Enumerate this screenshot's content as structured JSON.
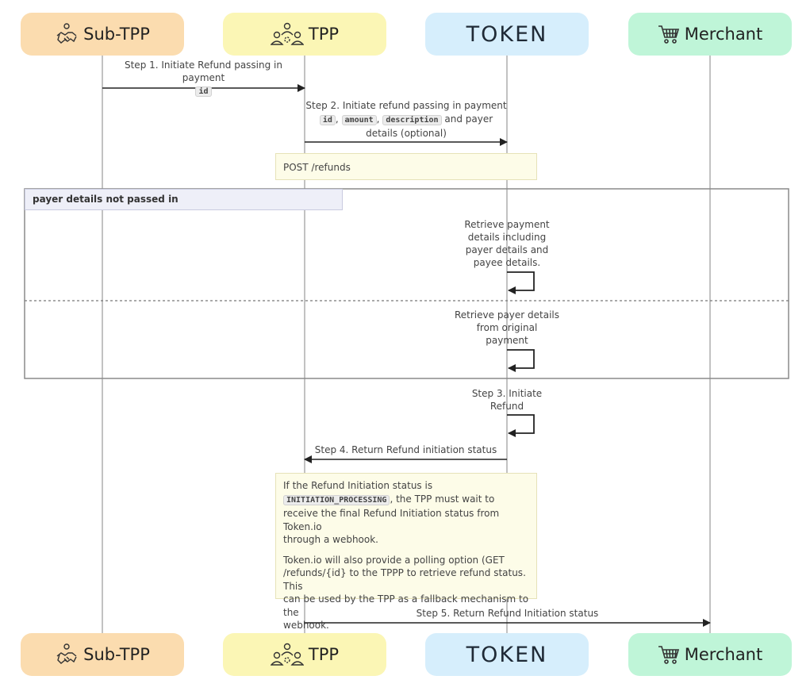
{
  "participants": [
    {
      "id": "sub_tpp",
      "label": "Sub-TPP",
      "icon": "handshake-icon",
      "color": "#fbdcaf"
    },
    {
      "id": "tpp",
      "label": "TPP",
      "icon": "people-group-icon",
      "color": "#fbf6b5"
    },
    {
      "id": "token",
      "label": "TOKEN",
      "icon": "token-logo",
      "color": "#d6eefc"
    },
    {
      "id": "merchant",
      "label": "Merchant",
      "icon": "shopping-cart-icon",
      "color": "#bff5d8"
    }
  ],
  "messages": {
    "step1": {
      "text": "Step 1. Initiate Refund passing in payment",
      "code": "id"
    },
    "step2": {
      "line1": "Step 2. Initiate refund passing in payment",
      "code1": "id",
      "sep1": ",",
      "code2": "amount",
      "sep2": ",",
      "code3": "description",
      "after": "and payer",
      "line3": "details (optional)"
    },
    "self1": {
      "lines": [
        "Retrieve payment",
        "details including",
        "payer details and",
        "payee details."
      ]
    },
    "self2": {
      "lines": [
        "Retrieve payer details",
        "from original",
        "payment"
      ]
    },
    "step3": {
      "lines": [
        "Step 3. Initiate",
        "Refund"
      ]
    },
    "step4": {
      "text": "Step 4. Return Refund initiation status"
    },
    "step5": {
      "text": "Step 5. Return Refund Initiation status"
    }
  },
  "notes": {
    "post": {
      "text": "POST /refunds"
    },
    "status": {
      "p1_a": "If the Refund Initiation status is",
      "p1_code": "INITIATION_PROCESSING",
      "p1_b": ", the TPP must wait to",
      "p1_c": "receive the final Refund Initiation status from Token.io",
      "p1_d": "through a webhook.",
      "p2_a": "Token.io will also provide a polling option (GET",
      "p2_b": "/refunds/{id} to the TPPP to retrieve refund status. This",
      "p2_c": "can be used by the TPP as a fallback mechanism to the",
      "p2_d": "webhook."
    }
  },
  "fragment": {
    "label": "payer details not passed in"
  }
}
